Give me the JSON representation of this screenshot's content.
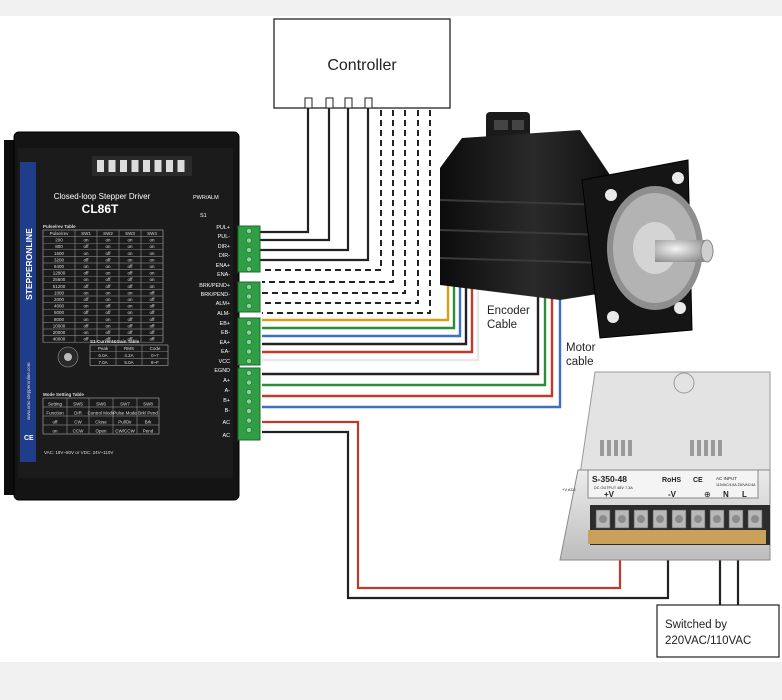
{
  "controller": {
    "label": "Controller"
  },
  "driver": {
    "brand": "STEPPERONLINE",
    "model": "CL86T",
    "subtitle": "Closed-loop Stepper Driver",
    "status_label": "PWR/ALM",
    "s1_label": "S1",
    "pulse_table_title": "Pulse/rev Table",
    "pulse_table_headers": [
      "Pulse/rev",
      "SW1",
      "SW2",
      "SW3",
      "SW4"
    ],
    "pulse_table_rows": [
      [
        "200",
        "on",
        "on",
        "on",
        "on"
      ],
      [
        "800",
        "off",
        "on",
        "on",
        "on"
      ],
      [
        "1600",
        "on",
        "off",
        "on",
        "on"
      ],
      [
        "3200",
        "off",
        "off",
        "on",
        "on"
      ],
      [
        "6400",
        "on",
        "on",
        "off",
        "on"
      ],
      [
        "12800",
        "off",
        "on",
        "off",
        "on"
      ],
      [
        "25600",
        "on",
        "off",
        "off",
        "on"
      ],
      [
        "51200",
        "off",
        "off",
        "off",
        "on"
      ],
      [
        "1000",
        "on",
        "on",
        "on",
        "off"
      ],
      [
        "2000",
        "off",
        "on",
        "on",
        "off"
      ],
      [
        "4000",
        "on",
        "off",
        "on",
        "off"
      ],
      [
        "5000",
        "off",
        "off",
        "on",
        "off"
      ],
      [
        "8000",
        "on",
        "on",
        "off",
        "off"
      ],
      [
        "10000",
        "off",
        "on",
        "off",
        "off"
      ],
      [
        "20000",
        "on",
        "off",
        "off",
        "off"
      ],
      [
        "40000",
        "off",
        "off",
        "off",
        "off"
      ]
    ],
    "current_table_title": "S1-Current&Gain Table",
    "current_table_headers": [
      "Peak",
      "RMS",
      "Code"
    ],
    "current_table_rows": [
      [
        "6.0A",
        "4.2A",
        "0~7"
      ],
      [
        "7.0A",
        "5.0A",
        "8~F"
      ]
    ],
    "mode_table_title": "Mode Setting Table",
    "mode_table_headers": [
      "Setting",
      "SW5",
      "SW6",
      "SW7",
      "SW8"
    ],
    "mode_table_rows": [
      [
        "Function",
        "DIR",
        "Control Mode",
        "Pulse Mode",
        "Brk/ Pend"
      ],
      [
        "off",
        "CW",
        "Close",
        "Pul/Dir",
        "Brk"
      ],
      [
        "on",
        "CCW",
        "Open",
        "CW/CCW",
        "Pend"
      ]
    ],
    "footer": "VAC: 18V~80V or VDC: 24V~110V",
    "website": "www.omc-stepperonline.com",
    "ce_mark": "CE",
    "terminal_labels": [
      "PUL+",
      "PUL-",
      "DIR+",
      "DIR-",
      "ENA+",
      "ENA-",
      "BRK/PEND+",
      "BRK/PEND-",
      "ALM+",
      "ALM-",
      "EB+",
      "EB-",
      "EA+",
      "EA-",
      "VCC",
      "EGND",
      "A+",
      "A-",
      "B+",
      "B-",
      "AC",
      "AC"
    ]
  },
  "motor": {
    "encoder_label_1": "Encoder",
    "encoder_label_2": "Cable",
    "motor_label_1": "Motor",
    "motor_label_2": "cable"
  },
  "psu": {
    "model": "S-350-48",
    "rohs": "RoHS",
    "ce": "CE",
    "dc_output": "DC OUTPUT 48V 7.3A",
    "ac_input": "AC INPUT",
    "ac_input_detail": "115VAC/4.8A 230VAC/4A",
    "adj": "+V ADJ",
    "terminals": [
      "+V",
      "-V",
      "⊕",
      "N",
      "L"
    ]
  },
  "mains": {
    "line1": "Switched by",
    "line2": "220VAC/110VAC"
  },
  "colors": {
    "driver_body": "#141414",
    "terminal_green": "#2f9e45",
    "wire_black": "#222222",
    "wire_red": "#c0392b",
    "wire_green": "#2e8b3a",
    "wire_blue": "#3b6fc9",
    "wire_yellow": "#d4a017",
    "wire_white": "#e8e8e8",
    "psu_body": "#d9d9d9"
  }
}
